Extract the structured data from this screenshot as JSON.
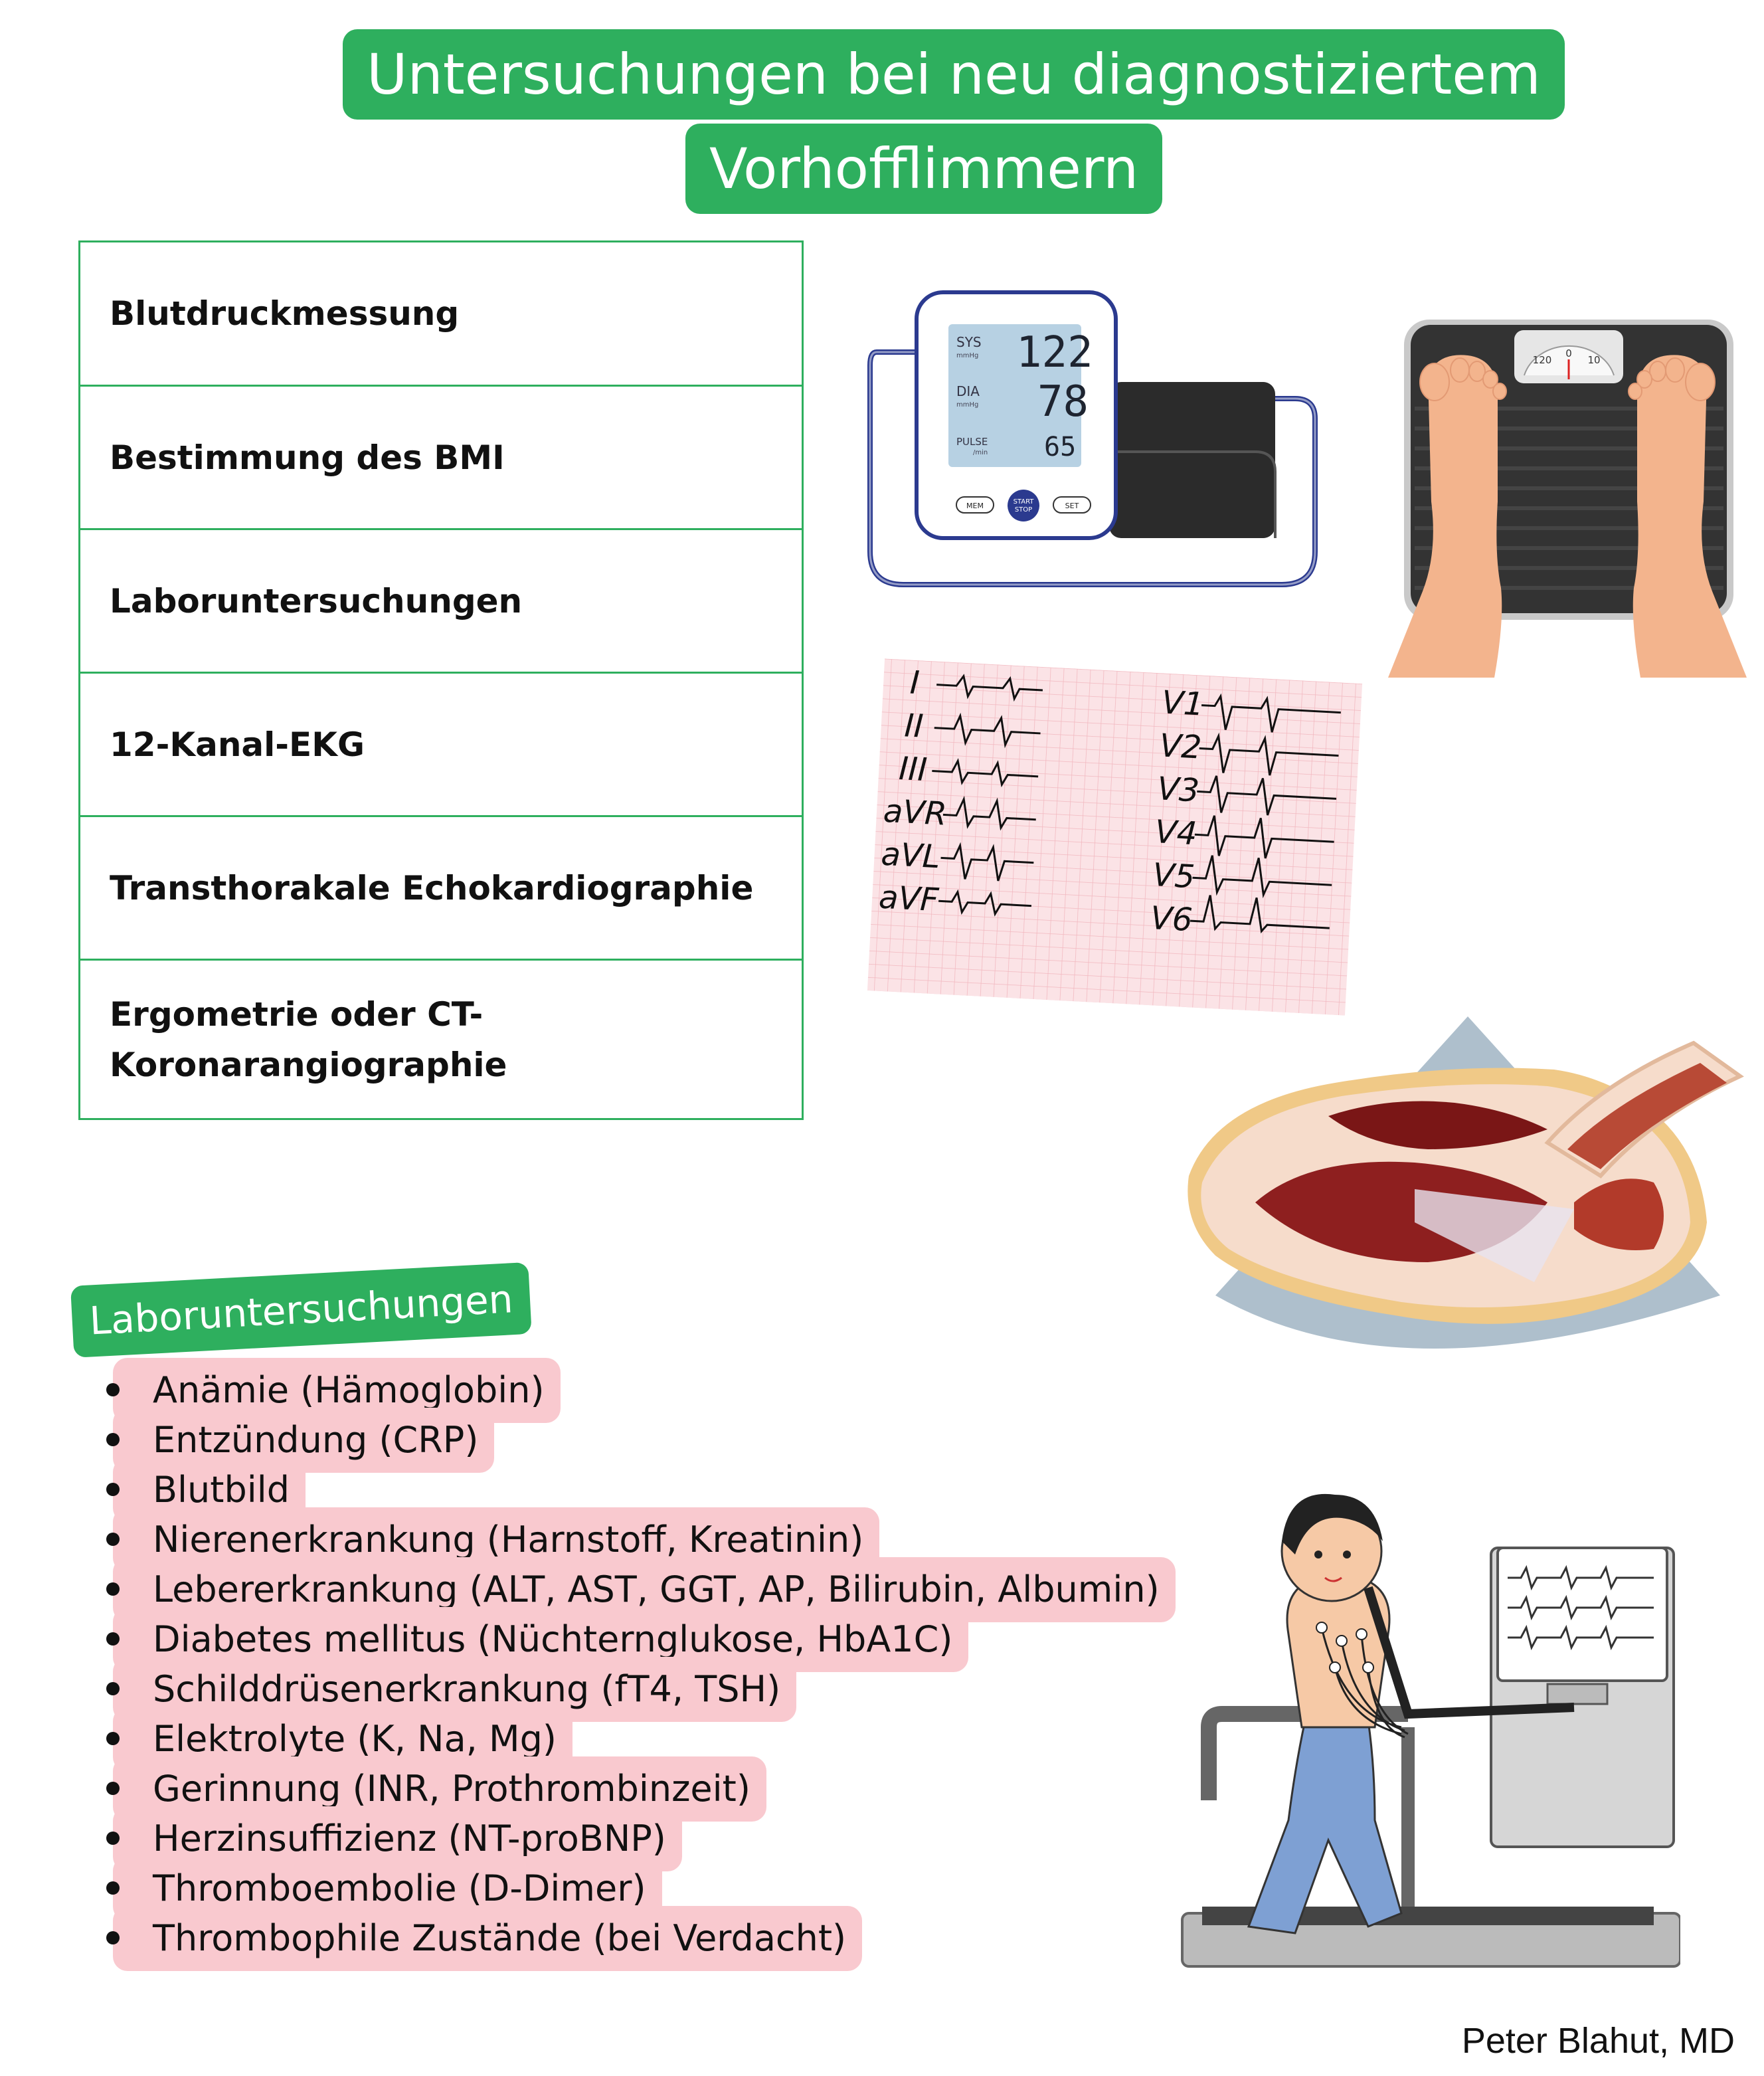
{
  "title": {
    "line1": "Untersuchungen bei neu diagnostiziertem",
    "line2": "Vorhofflimmern"
  },
  "exams": [
    "Blutdruckmessung",
    "Bestimmung des BMI",
    "Laboruntersuchungen",
    "12-Kanal-EKG",
    "Transthorakale Echokardiographie",
    "Ergometrie oder CT-Koronarangiographie"
  ],
  "lab": {
    "heading": "Laboruntersuchungen",
    "items": [
      "Anämie (Hämoglobin)",
      "Entzündung (CRP)",
      "Blutbild",
      "Nierenerkrankung (Harnstoff, Kreatinin)",
      "Lebererkrankung (ALT, AST, GGT, AP, Bilirubin, Albumin)",
      "Diabetes mellitus (Nüchternglukose, HbA1C)",
      "Schilddrüsenerkrankung (fT4, TSH)",
      "Elektrolyte (K, Na, Mg)",
      "Gerinnung (INR, Prothrombinzeit)",
      "Herzinsuffizienz (NT-proBNP)",
      "Thromboembolie (D-Dimer)",
      "Thrombophile Zustände (bei Verdacht)"
    ]
  },
  "bp_monitor": {
    "sys_label": "SYS",
    "sys_unit": "mmHg",
    "sys_value": "122",
    "dia_label": "DIA",
    "dia_unit": "mmHg",
    "dia_value": "78",
    "pulse_label": "PULSE",
    "pulse_unit": "/min",
    "pulse_value": "65",
    "btn_mem": "MEM",
    "btn_start": "START",
    "btn_stop": "STOP",
    "btn_set": "SET"
  },
  "scale": {
    "dial_left": "120",
    "dial_center": "0",
    "dial_right": "10"
  },
  "ecg": {
    "leads_left": [
      "I",
      "II",
      "III",
      "aVR",
      "aVL",
      "aVF"
    ],
    "leads_right": [
      "V1",
      "V2",
      "V3",
      "V4",
      "V5",
      "V6"
    ]
  },
  "credit": "Peter Blahut, MD",
  "colors": {
    "accent_green": "#2eaf5e",
    "highlight_pink": "#f9c9cf",
    "monitor_blue": "#2b3a8f",
    "ecg_paper": "#fbe3e6"
  }
}
